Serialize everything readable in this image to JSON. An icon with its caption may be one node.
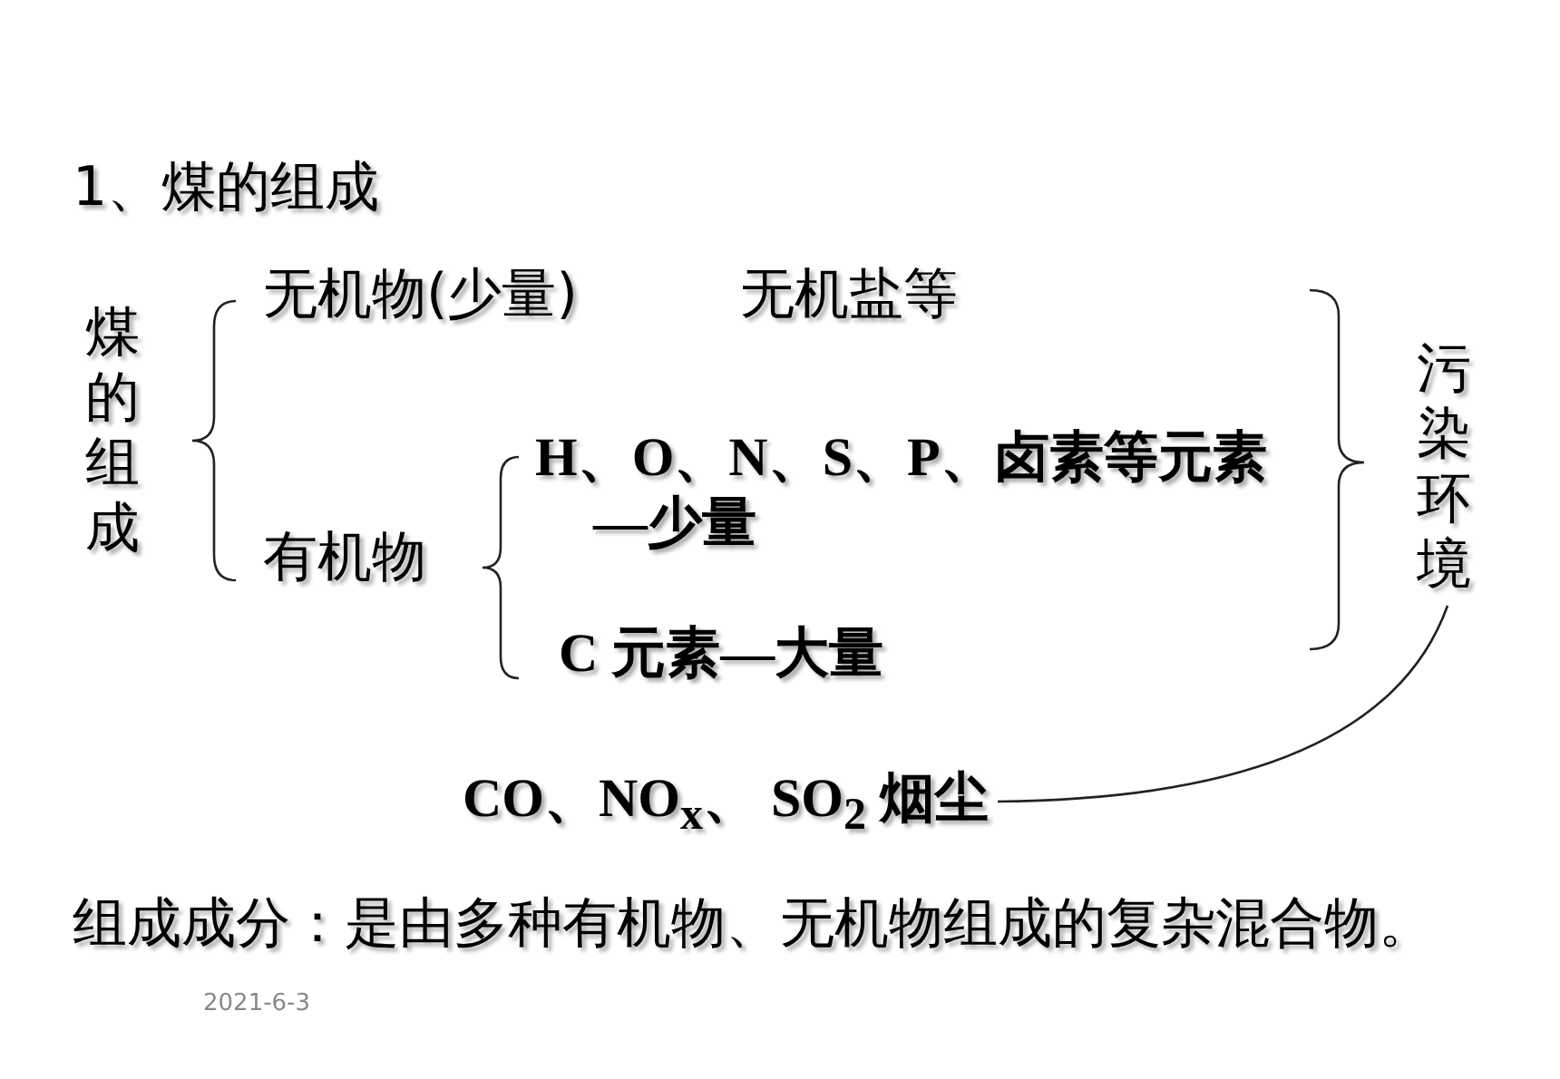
{
  "diagram": {
    "title": "1、煤的组成",
    "nodes": [
      {
        "text": [
          "煤的组成"
        ]
      },
      {
        "text": [
          "无机物(少量)"
        ]
      },
      {
        "text": [
          "无机盐等"
        ]
      },
      {
        "text": [
          "有机物"
        ]
      },
      {
        "text": [
          "**H、O、N、S**、P、卤素等元素—少量"
        ]
      },
      {
        "text": [
          "C 元素—大量"
        ]
      },
      {
        "text": [
          "污染环境"
        ]
      },
      {
        "text": [
          "CO、NO$_{x}$、 SO$_{2}$ 烟尘"
        ]
      }
    ],
    "edges": [
      {
        "from": 6,
        "to": 7,
        "arrow": "none"
      }
    ],
    "labels": [
      "组成成分：是由多种有机物、无机物组成的复杂混合物。",
      "2021-6-3"
    ]
  }
}
